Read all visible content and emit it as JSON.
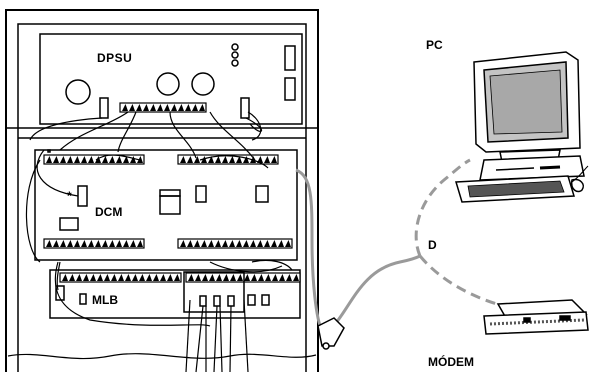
{
  "labels": {
    "dpsu": "DPSU",
    "dcm": "DCM",
    "mlb": "MLB",
    "pc": "PC",
    "d": "D",
    "modem": "MÓDEM"
  },
  "colors": {
    "line": "#000000",
    "cable": "#9a9a9a",
    "screen": "#b8b8b8",
    "background": "#ffffff"
  }
}
